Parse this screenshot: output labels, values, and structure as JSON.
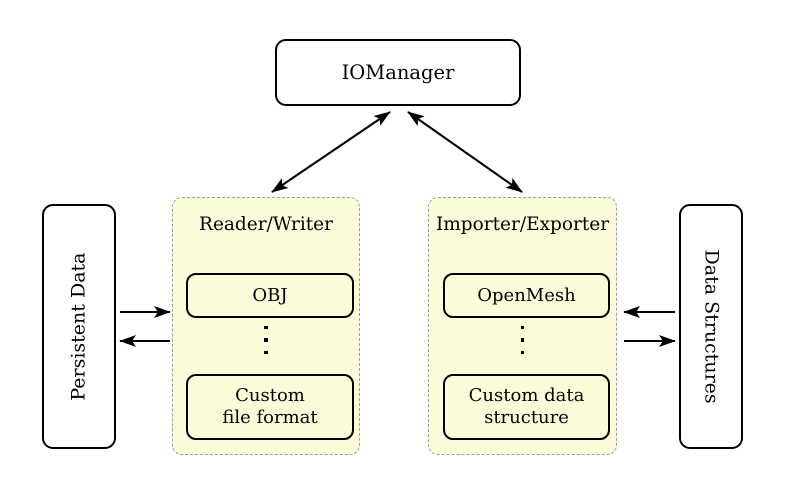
{
  "diagram": {
    "title_node": {
      "label": "IOManager"
    },
    "left_store": {
      "label": "Persistent Data"
    },
    "right_store": {
      "label": "Data Structures"
    },
    "groups": [
      {
        "title": "Reader/Writer",
        "top_item": "OBJ",
        "ellipsis": "⋮",
        "bottom_item": "Custom\nfile format"
      },
      {
        "title": "Importer/Exporter",
        "top_item": "OpenMesh",
        "ellipsis": "⋮",
        "bottom_item": "Custom data\nstructure"
      }
    ],
    "colors": {
      "group_fill": "#fcfcda",
      "group_border": "#9a9a9a",
      "node_border": "#000000",
      "background": "#ffffff",
      "text": "#000000"
    },
    "connections": [
      {
        "name": "iomanager-readerwriter",
        "style": "double-headed"
      },
      {
        "name": "iomanager-importerexporter",
        "style": "double-headed"
      },
      {
        "name": "persistentdata-to-readerwriter",
        "style": "single-headed-right"
      },
      {
        "name": "readerwriter-to-persistentdata",
        "style": "single-headed-left"
      },
      {
        "name": "importerexporter-to-datastructures",
        "style": "single-headed-right"
      },
      {
        "name": "datastructures-to-importerexporter",
        "style": "single-headed-left"
      }
    ]
  }
}
